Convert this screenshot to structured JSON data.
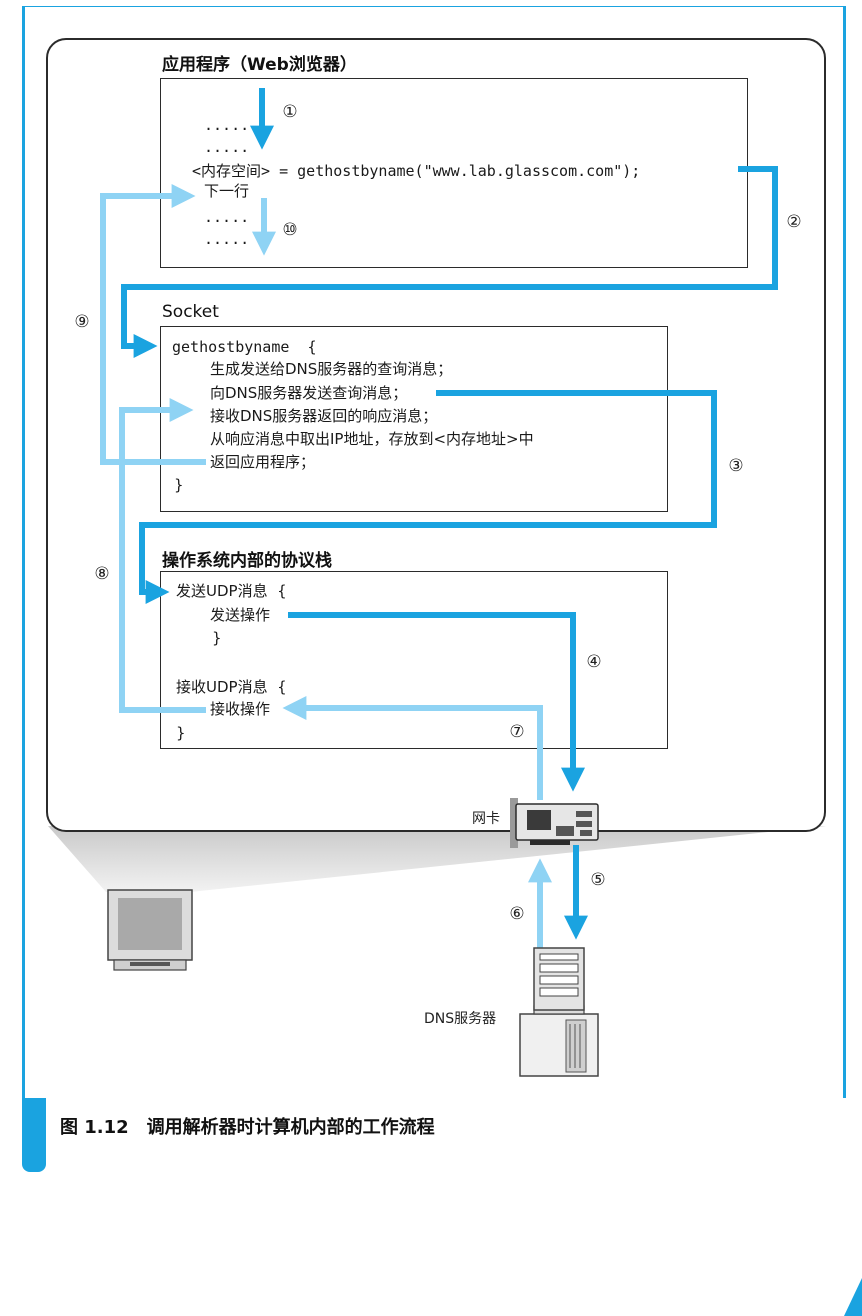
{
  "app_box": {
    "title": "应用程序（Web浏览器）",
    "lines": [
      ".....",
      ".....",
      "<内存空间> = gethostbyname(\"www.lab.glasscom.com\");",
      "下一行",
      ".....",
      "....."
    ]
  },
  "socket_box": {
    "title": "Socket",
    "lines": [
      "gethostbyname  {",
      "生成发送给DNS服务器的查询消息；",
      "向DNS服务器发送查询消息；",
      "接收DNS服务器返回的响应消息；",
      "从响应消息中取出IP地址，存放到<内存地址>中",
      "返回应用程序；",
      "}"
    ]
  },
  "os_box": {
    "title": "操作系统内部的协议栈",
    "lines": [
      "发送UDP消息  {",
      "发送操作",
      "}",
      "接收UDP消息  {",
      "接收操作",
      "}"
    ]
  },
  "labels": {
    "nic": "网卡",
    "dns_server": "DNS服务器"
  },
  "steps": [
    "①",
    "②",
    "③",
    "④",
    "⑤",
    "⑥",
    "⑦",
    "⑧",
    "⑨",
    "⑩"
  ],
  "caption": "图 1.12　调用解析器时计算机内部的工作流程",
  "colors": {
    "frame": "#1aa3e0",
    "dark_arrow": "#1aa3e0",
    "light_arrow": "#8fd3f4"
  },
  "icons": [
    "monitor-icon",
    "network-card-icon",
    "dns-server-icon"
  ]
}
